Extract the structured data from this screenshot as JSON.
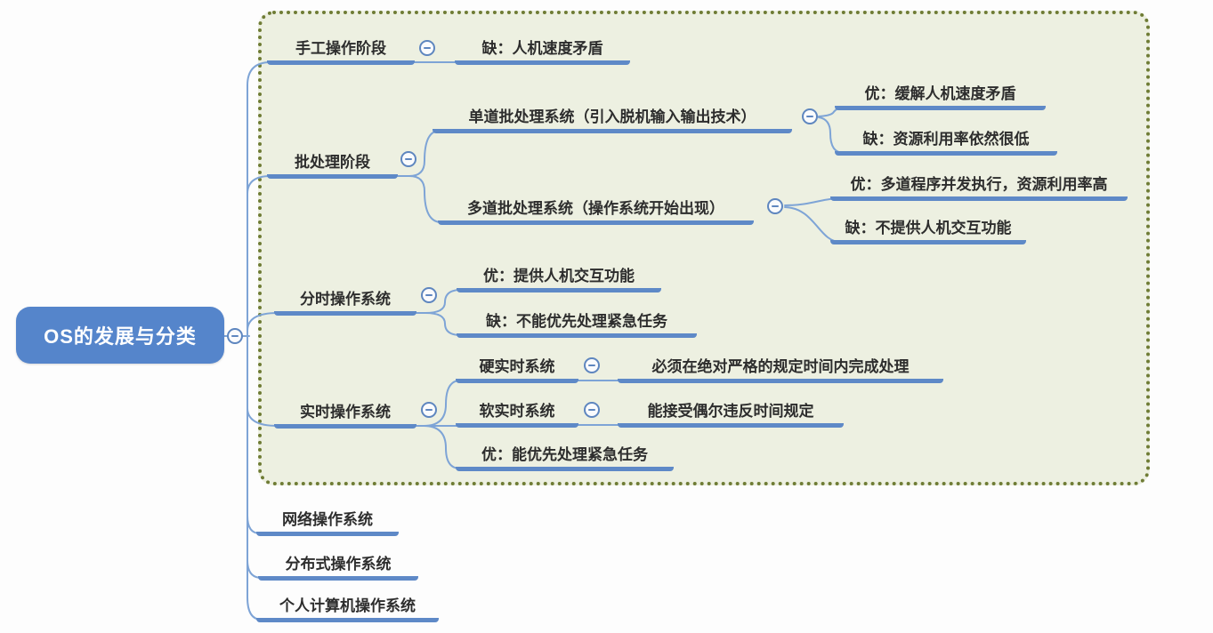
{
  "root": {
    "label": "OS的发展与分类"
  },
  "branches": {
    "manual": {
      "label": "手工操作阶段",
      "con": "缺：人机速度矛盾"
    },
    "batch": {
      "label": "批处理阶段",
      "single": {
        "label": "单道批处理系统（引入脱机输入输出技术）",
        "pro": "优：缓解人机速度矛盾",
        "con": "缺：资源利用率依然很低"
      },
      "multi": {
        "label": "多道批处理系统（操作系统开始出现）",
        "pro": "优：多道程序并发执行，资源利用率高",
        "con": "缺：不提供人机交互功能"
      }
    },
    "timeshare": {
      "label": "分时操作系统",
      "pro": "优：提供人机交互功能",
      "con": "缺：不能优先处理紧急任务"
    },
    "realtime": {
      "label": "实时操作系统",
      "hard": {
        "label": "硬实时系统",
        "desc": "必须在绝对严格的规定时间内完成处理"
      },
      "soft": {
        "label": "软实时系统",
        "desc": "能接受偶尔违反时间规定"
      },
      "pro": "优：能优先处理紧急任务"
    },
    "network": {
      "label": "网络操作系统"
    },
    "distributed": {
      "label": "分布式操作系统"
    },
    "personal": {
      "label": "个人计算机操作系统"
    }
  },
  "icons": {
    "collapse": "minus-circle"
  },
  "colors": {
    "branch": "#5e89c7",
    "connector": "#7ea4d6",
    "root_fill": "#5585cb",
    "root_text": "#ffffff",
    "box_fill": "#edf0e1",
    "box_border": "#6f7c35",
    "text": "#2d2d2d"
  }
}
